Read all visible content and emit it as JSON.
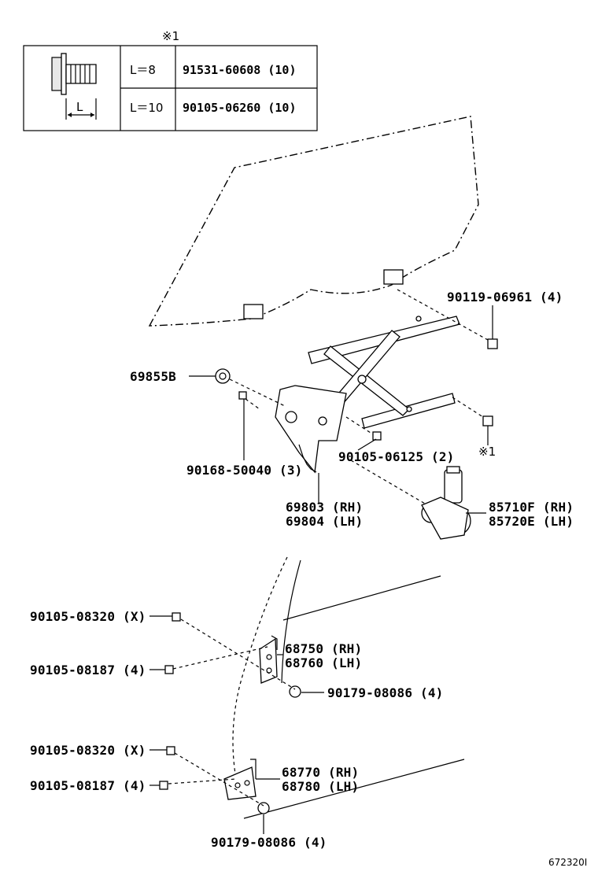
{
  "diagram_id": "672320I",
  "table": {
    "note_mark": "※1",
    "dimension_label": "L",
    "rows": [
      {
        "length": "L＝8",
        "part": "91531-60608 (10)"
      },
      {
        "length": "L＝10",
        "part": "90105-06260 (10)"
      }
    ]
  },
  "callouts": {
    "p90119": "90119-06961 (4)",
    "p69855": "69855B",
    "p90168": "90168-50040 (3)",
    "p90105_06125": "90105-06125 (2)",
    "note1": "※1",
    "p69803": "69803 (RH)",
    "p69804": "69804 (LH)",
    "p85710": "85710F (RH)",
    "p85720": "85720E (LH)",
    "p90105_08320_a": "90105-08320 (X)",
    "p90105_08187_a": "90105-08187 (4)",
    "p68750": "68750 (RH)",
    "p68760": "68760 (LH)",
    "p90179_a": "90179-08086 (4)",
    "p90105_08320_b": "90105-08320 (X)",
    "p90105_08187_b": "90105-08187 (4)",
    "p68770": "68770 (RH)",
    "p68780": "68780 (LH)",
    "p90179_b": "90179-08086 (4)"
  }
}
